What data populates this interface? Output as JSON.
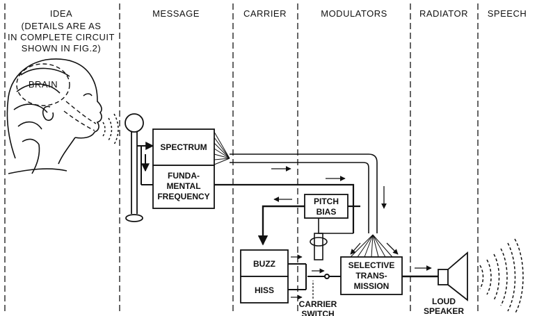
{
  "columns": {
    "idea": "IDEA",
    "message": "MESSAGE",
    "carrier": "CARRIER",
    "modulators": "MODULATORS",
    "radiator": "RADIATOR",
    "speech": "SPEECH"
  },
  "note": {
    "line1": "(DETAILS ARE AS",
    "line2": "IN COMPLETE CIRCUIT",
    "line3": "SHOWN IN FIG.2)"
  },
  "brain": "BRAIN",
  "spectrum": "SPECTRUM",
  "fundamental": {
    "line1": "FUNDA-",
    "line2": "MENTAL",
    "line3": "FREQUENCY"
  },
  "pitch_bias": {
    "line1": "PITCH",
    "line2": "BIAS"
  },
  "buzz": "BUZZ",
  "hiss": "HISS",
  "selective": {
    "line1": "SELECTIVE",
    "line2": "TRANS-",
    "line3": "MISSION"
  },
  "carrier_switch": {
    "line1": "CARRIER",
    "line2": "SWITCH"
  },
  "loud_speaker": {
    "line1": "LOUD",
    "line2": "SPEAKER"
  },
  "colors": {
    "ink": "#111111",
    "background": "#ffffff"
  }
}
